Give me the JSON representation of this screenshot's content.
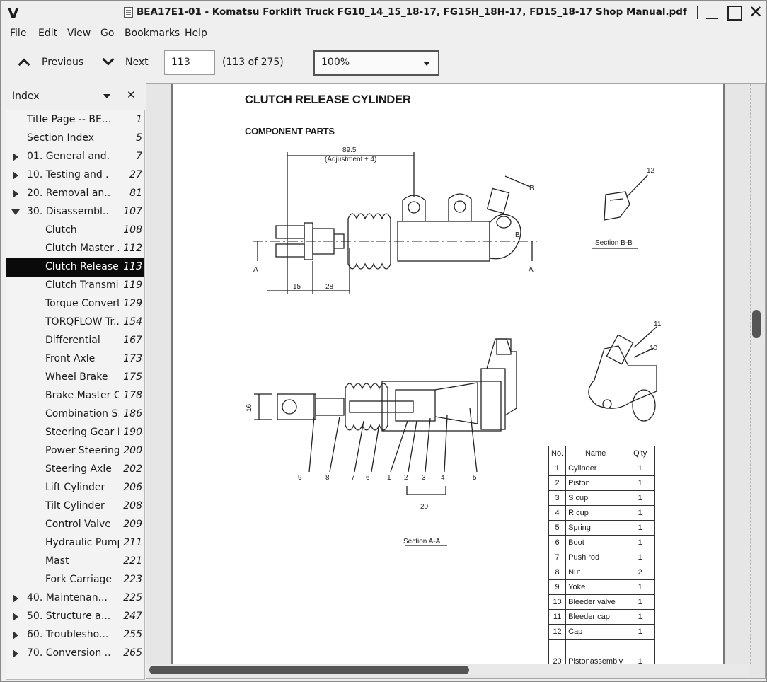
{
  "window": {
    "title": "BEA17E1-01 - Komatsu Forklift Truck FG10_14_15_18-17, FG15H_18H-17, FD15_18-17 Shop Manual.pdf",
    "app_glyph": "V",
    "close_glyph": "✕"
  },
  "menu": [
    "File",
    "Edit",
    "View",
    "Go",
    "Bookmarks",
    "Help"
  ],
  "toolbar": {
    "previous_label": "Previous",
    "next_label": "Next",
    "page_value": "113",
    "page_count": "(113 of 275)",
    "zoom_value": "100%"
  },
  "sidebar": {
    "title": "Index",
    "close_glyph": "✕",
    "items": [
      {
        "label": "Title Page -- BE...",
        "page": "1",
        "level": 0,
        "expander": "none"
      },
      {
        "label": "Section Index",
        "page": "5",
        "level": 0,
        "expander": "none"
      },
      {
        "label": "01. General and...",
        "page": "7",
        "level": 0,
        "expander": "collapsed"
      },
      {
        "label": "10. Testing and ...",
        "page": "27",
        "level": 0,
        "expander": "collapsed"
      },
      {
        "label": "20. Removal an...",
        "page": "81",
        "level": 0,
        "expander": "collapsed"
      },
      {
        "label": "30. Disassembl...",
        "page": "107",
        "level": 0,
        "expander": "expanded"
      },
      {
        "label": "Clutch",
        "page": "108",
        "level": 1,
        "expander": "none"
      },
      {
        "label": "Clutch Master ...",
        "page": "112",
        "level": 1,
        "expander": "none"
      },
      {
        "label": "Clutch Release ...",
        "page": "113",
        "level": 1,
        "expander": "none",
        "selected": true
      },
      {
        "label": "Clutch Transmi...",
        "page": "119",
        "level": 1,
        "expander": "none"
      },
      {
        "label": "Torque Convert...",
        "page": "129",
        "level": 1,
        "expander": "none"
      },
      {
        "label": "TORQFLOW Tr...",
        "page": "154",
        "level": 1,
        "expander": "none"
      },
      {
        "label": "Differential",
        "page": "167",
        "level": 1,
        "expander": "none"
      },
      {
        "label": "Front Axle",
        "page": "173",
        "level": 1,
        "expander": "none"
      },
      {
        "label": "Wheel Brake",
        "page": "175",
        "level": 1,
        "expander": "none"
      },
      {
        "label": "Brake Master C...",
        "page": "178",
        "level": 1,
        "expander": "none"
      },
      {
        "label": "Combination S...",
        "page": "186",
        "level": 1,
        "expander": "none"
      },
      {
        "label": "Steering Gear B...",
        "page": "190",
        "level": 1,
        "expander": "none"
      },
      {
        "label": "Power Steering...",
        "page": "200",
        "level": 1,
        "expander": "none"
      },
      {
        "label": "Steering Axle",
        "page": "202",
        "level": 1,
        "expander": "none"
      },
      {
        "label": "Lift Cylinder",
        "page": "206",
        "level": 1,
        "expander": "none"
      },
      {
        "label": "Tilt Cylinder",
        "page": "208",
        "level": 1,
        "expander": "none"
      },
      {
        "label": "Control Valve",
        "page": "209",
        "level": 1,
        "expander": "none"
      },
      {
        "label": "Hydraulic Pump",
        "page": "211",
        "level": 1,
        "expander": "none"
      },
      {
        "label": "Mast",
        "page": "221",
        "level": 1,
        "expander": "none"
      },
      {
        "label": "Fork Carriage",
        "page": "223",
        "level": 1,
        "expander": "none"
      },
      {
        "label": "40. Maintenan...",
        "page": "225",
        "level": 0,
        "expander": "collapsed"
      },
      {
        "label": "50. Structure a...",
        "page": "247",
        "level": 0,
        "expander": "collapsed"
      },
      {
        "label": "60. Troublesho...",
        "page": "255",
        "level": 0,
        "expander": "collapsed"
      },
      {
        "label": "70. Conversion ...",
        "page": "265",
        "level": 0,
        "expander": "collapsed"
      }
    ]
  },
  "document": {
    "heading": "CLUTCH RELEASE CYLINDER",
    "subheading": "COMPONENT PARTS",
    "drawing_labels": {
      "dim_main": "89.5",
      "dim_adjust": "(Adjustment ± 4)",
      "dim_15": "15",
      "dim_28": "28",
      "dim_16": "16",
      "sec_a": "A",
      "sec_b": "B",
      "section_bb": "Section B-B",
      "section_aa": "Section A-A",
      "callouts_bottom": [
        "9",
        "8",
        "7",
        "6",
        "1",
        "2",
        "3",
        "4",
        "5"
      ],
      "callout_20": "20",
      "callout_10": "10",
      "callout_11": "11",
      "callout_12": "12"
    },
    "parts_table": {
      "headers": [
        "No.",
        "Name",
        "Q'ty"
      ],
      "rows": [
        [
          "1",
          "Cylinder",
          "1"
        ],
        [
          "2",
          "Piston",
          "1"
        ],
        [
          "3",
          "S cup",
          "1"
        ],
        [
          "4",
          "R cup",
          "1"
        ],
        [
          "5",
          "Spring",
          "1"
        ],
        [
          "6",
          "Boot",
          "1"
        ],
        [
          "7",
          "Push rod",
          "1"
        ],
        [
          "8",
          "Nut",
          "2"
        ],
        [
          "9",
          "Yoke",
          "1"
        ],
        [
          "10",
          "Bleeder valve",
          "1"
        ],
        [
          "11",
          "Bleeder cap",
          "1"
        ],
        [
          "12",
          "Cap",
          "1"
        ],
        [
          "",
          "",
          ""
        ],
        [
          "20",
          "Pistonassembly",
          "1"
        ]
      ]
    }
  }
}
